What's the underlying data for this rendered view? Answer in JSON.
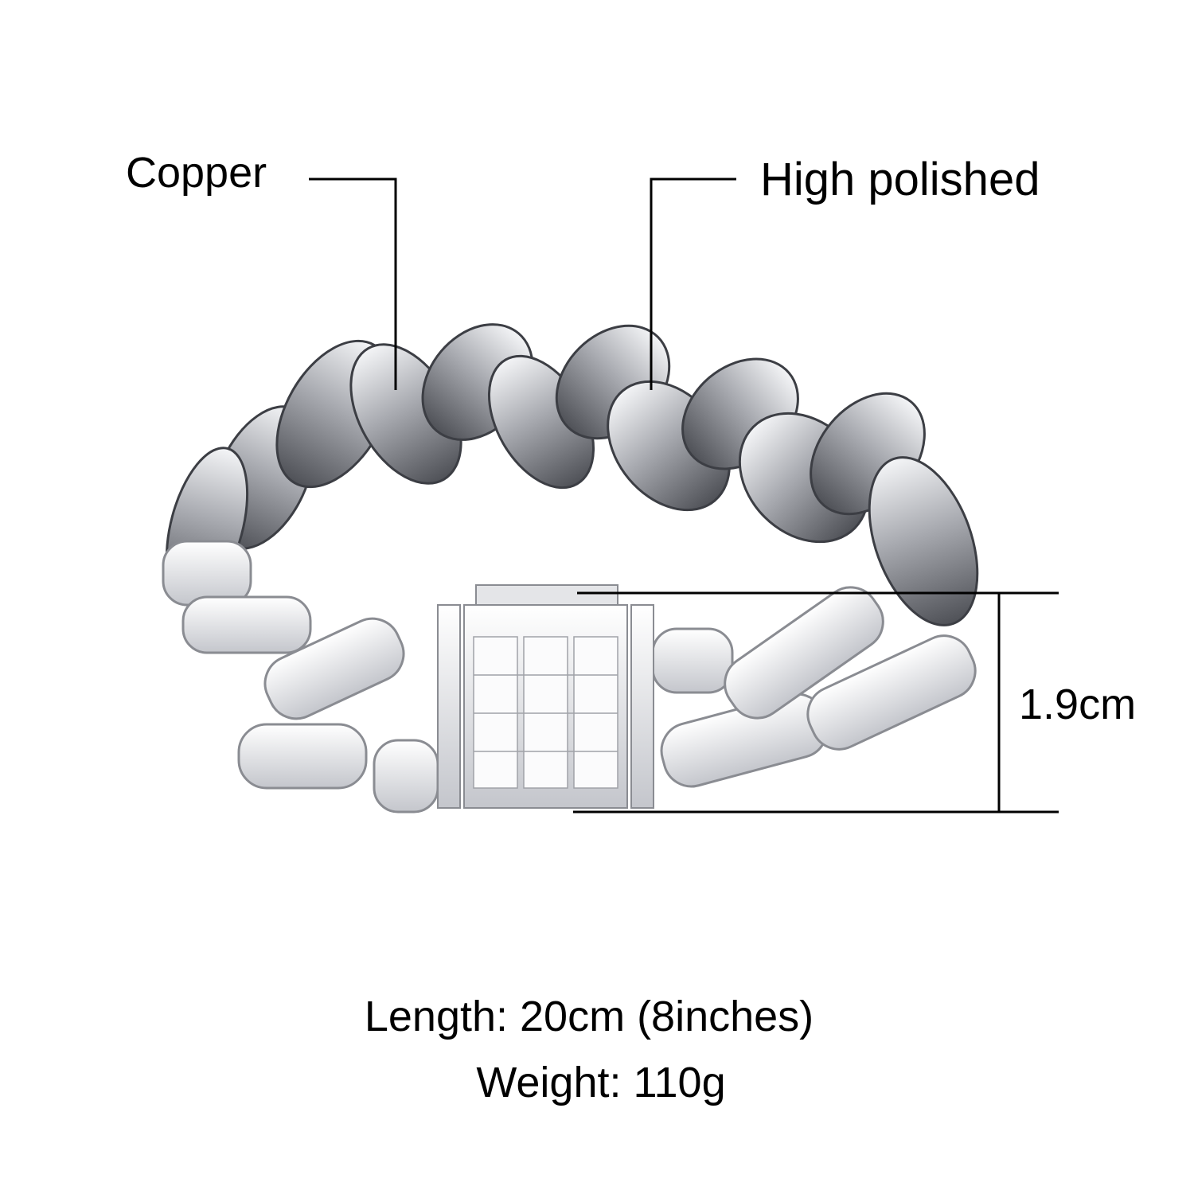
{
  "callouts": {
    "material": "Copper",
    "finish": "High polished",
    "width": "1.9cm"
  },
  "specs": {
    "length": "Length: 20cm (8inches)",
    "weight": "Weight: 110g"
  },
  "colors": {
    "metal": "#c9cbd0",
    "metal_dark": "#55575d",
    "stone": "#f3f4f6",
    "line": "#000000"
  }
}
